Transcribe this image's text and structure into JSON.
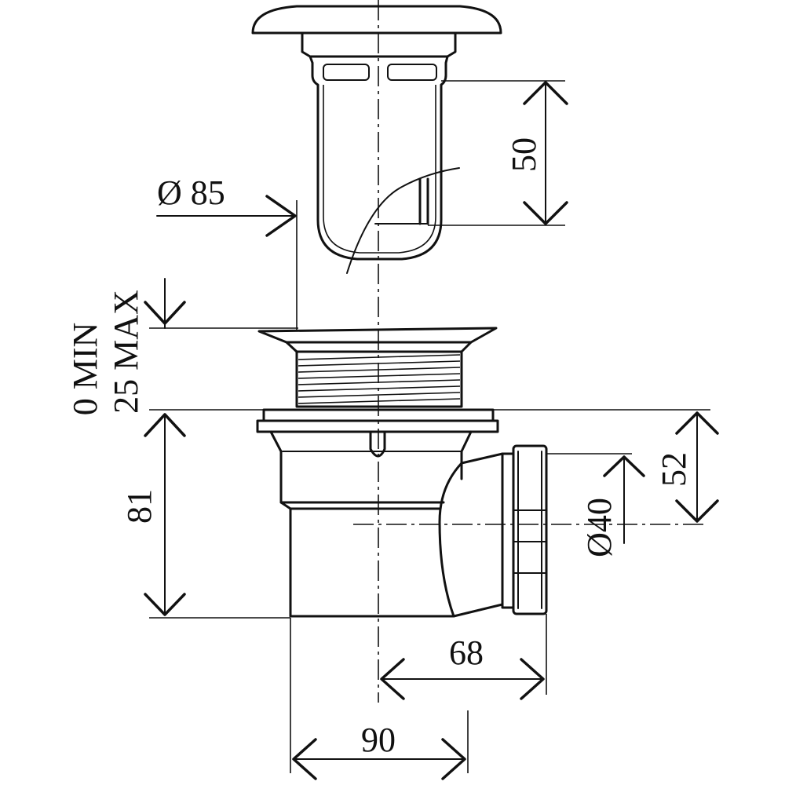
{
  "dimensions": {
    "cap_height": "50",
    "diameter_85": "Ø 85",
    "adjust_min": "0 MIN",
    "adjust_max": "25 MAX",
    "body_height": "81",
    "outlet_height": "52",
    "outlet_diameter": "Ø40",
    "outlet_offset": "68",
    "body_width": "90"
  }
}
